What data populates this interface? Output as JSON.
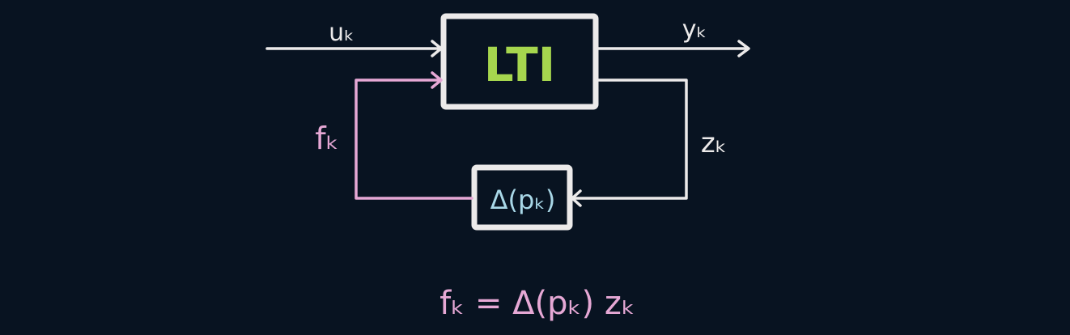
{
  "colors": {
    "background": "#081321",
    "line": "#ECEAEA",
    "feedback": "#E6A8D5",
    "lti_text": "#A6D64E",
    "delta_text": "#A9D8E8"
  },
  "blocks": {
    "lti": "LTI",
    "delta": "Δ(pₖ)"
  },
  "signals": {
    "input": "uₖ",
    "output": "yₖ",
    "feedback": "fₖ",
    "z": "zₖ"
  },
  "equation": "fₖ = Δ(pₖ) zₖ"
}
